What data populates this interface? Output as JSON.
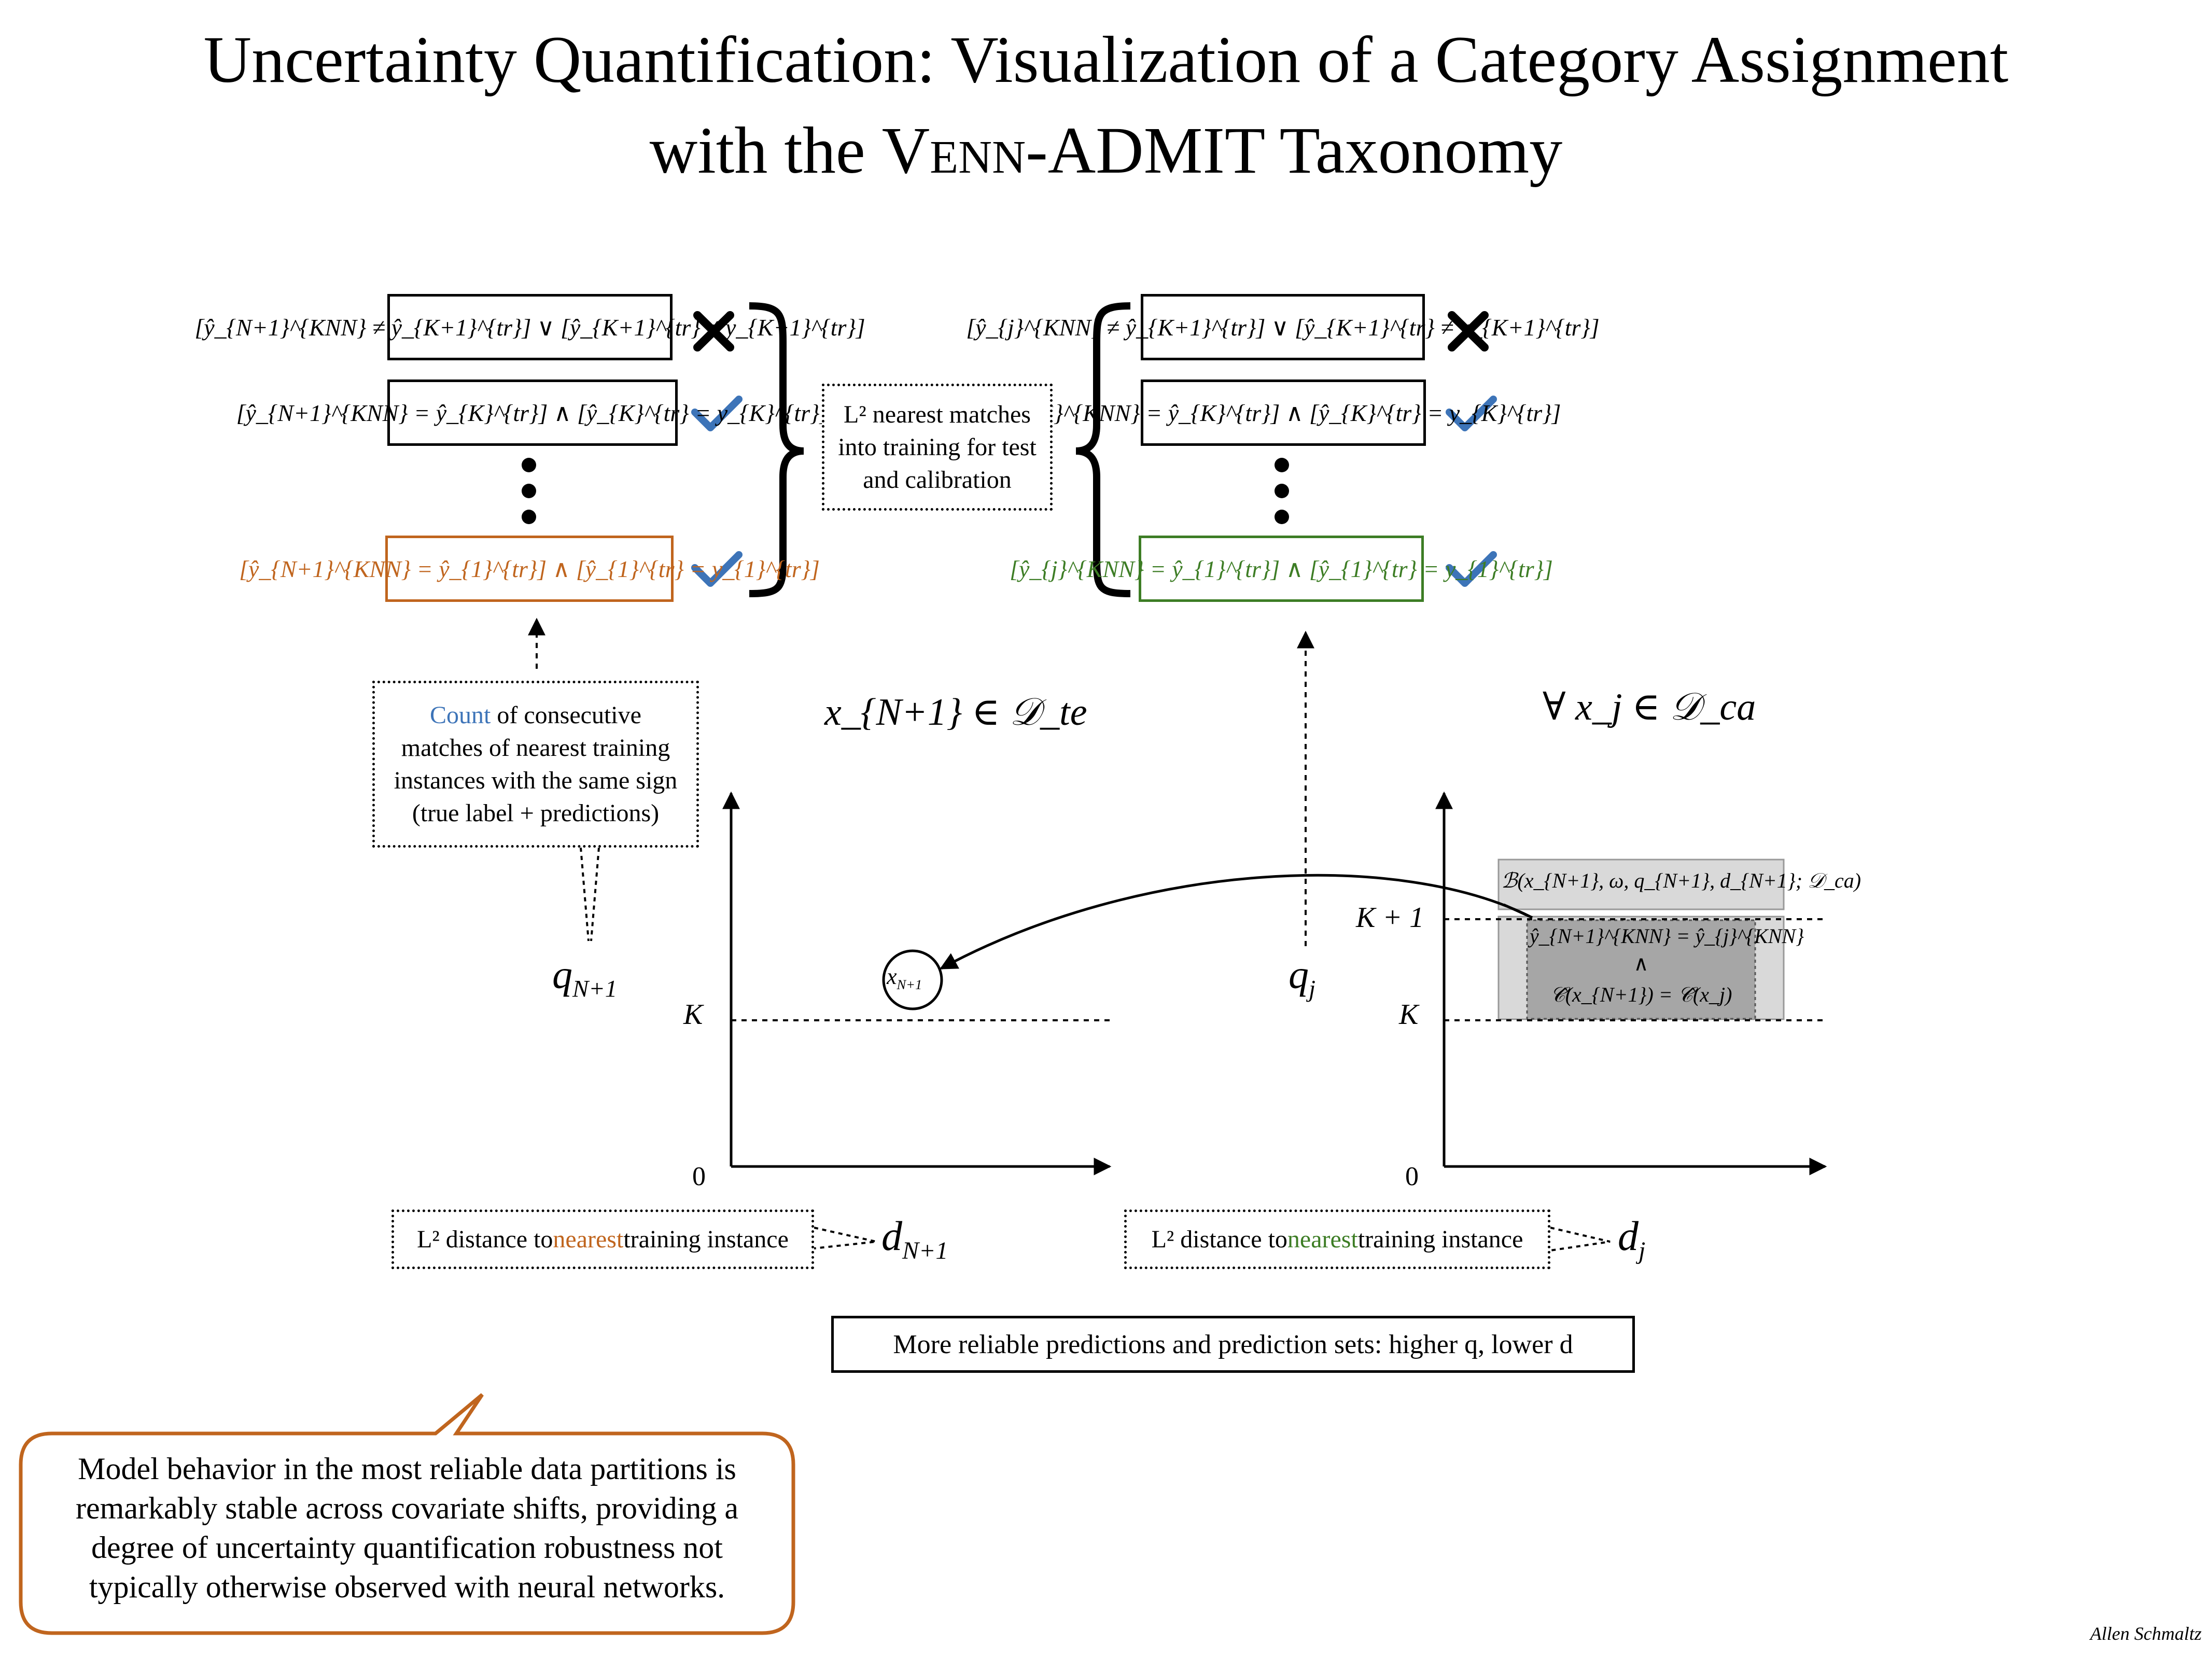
{
  "title": {
    "line1": "Uncertainty Quantification: Visualization of a Category Assignment",
    "line2_prefix": "with the ",
    "line2_venn": "Venn",
    "line2_suffix": "-ADMIT Taxonomy"
  },
  "left": {
    "rule1": "[ŷ_{N+1}^{KNN} ≠ ŷ_{K+1}^{tr}] ∨ [ŷ_{K+1}^{tr} ≠ y_{K+1}^{tr}]",
    "rule2": "[ŷ_{N+1}^{KNN} = ŷ_{K}^{tr}] ∧ [ŷ_{K}^{tr} = y_{K}^{tr}]",
    "rule3": "[ŷ_{N+1}^{KNN} = ŷ_{1}^{tr}] ∧ [ŷ_{1}^{tr} = y_{1}^{tr}]",
    "set_label": "x_{N+1} ∈ 𝒟_te",
    "count_note": {
      "word": "Count",
      "rest1": " of consecutive",
      "line2": "matches of nearest training",
      "line3": "instances with the same sign",
      "line4": "(true label + predictions)"
    },
    "q_label": "q",
    "q_sub": "N+1",
    "k_label": "K",
    "zero_label": "0",
    "point_label": "x",
    "point_sub": "N+1",
    "distance_note": {
      "prefix": "L² distance to ",
      "highlight": "nearest",
      "suffix": " training instance"
    },
    "d_label": "d",
    "d_sub": "N+1"
  },
  "middle_note": {
    "line1": "L² nearest matches",
    "line2": "into training for test",
    "line3": "and calibration"
  },
  "right": {
    "rule1": "[ŷ_{j}^{KNN} ≠ ŷ_{K+1}^{tr}] ∨ [ŷ_{K+1}^{tr} ≠ y_{K+1}^{tr}]",
    "rule2": "[ŷ_{j}^{KNN} = ŷ_{K}^{tr}] ∧ [ŷ_{K}^{tr} = y_{K}^{tr}]",
    "rule3": "[ŷ_{j}^{KNN} = ŷ_{1}^{tr}] ∧ [ŷ_{1}^{tr} = y_{1}^{tr}]",
    "set_label": "∀ x_j ∈ 𝒟_ca",
    "q_label": "q",
    "q_sub": "j",
    "k_plus_label": "K + 1",
    "k_label": "K",
    "zero_label": "0",
    "band_title": "ℬ(x_{N+1}, ω, q_{N+1}, d_{N+1}; 𝒟_ca)",
    "band_line1": "ŷ_{N+1}^{KNN} = ŷ_{j}^{KNN}",
    "band_line2": "∧",
    "band_line3": "𝒞̂(x_{N+1}) = 𝒞̂(x_j)",
    "distance_note": {
      "prefix": "L² distance to ",
      "highlight": "nearest",
      "suffix": " training instance"
    },
    "d_label": "d",
    "d_sub": "j"
  },
  "summary": "More reliable predictions and prediction sets: higher q, lower d",
  "callout": {
    "line1": "Model behavior in the most reliable data partitions is",
    "line2": "remarkably stable across covariate shifts, providing a",
    "line3": "degree of uncertainty quantification robustness not",
    "line4": "typically otherwise observed with neural networks."
  },
  "author": "Allen Schmaltz",
  "colors": {
    "check": "#3d74b8",
    "orange": "#c0651e",
    "green": "#3d7d25",
    "band_outer": "#d9d9d9",
    "band_inner": "#a6a6a6"
  },
  "icons": {
    "cross": "cross-icon",
    "check": "check-icon",
    "ellipsis": "vertical-ellipsis-icon",
    "brace_right": "right-brace",
    "brace_left": "left-brace"
  }
}
